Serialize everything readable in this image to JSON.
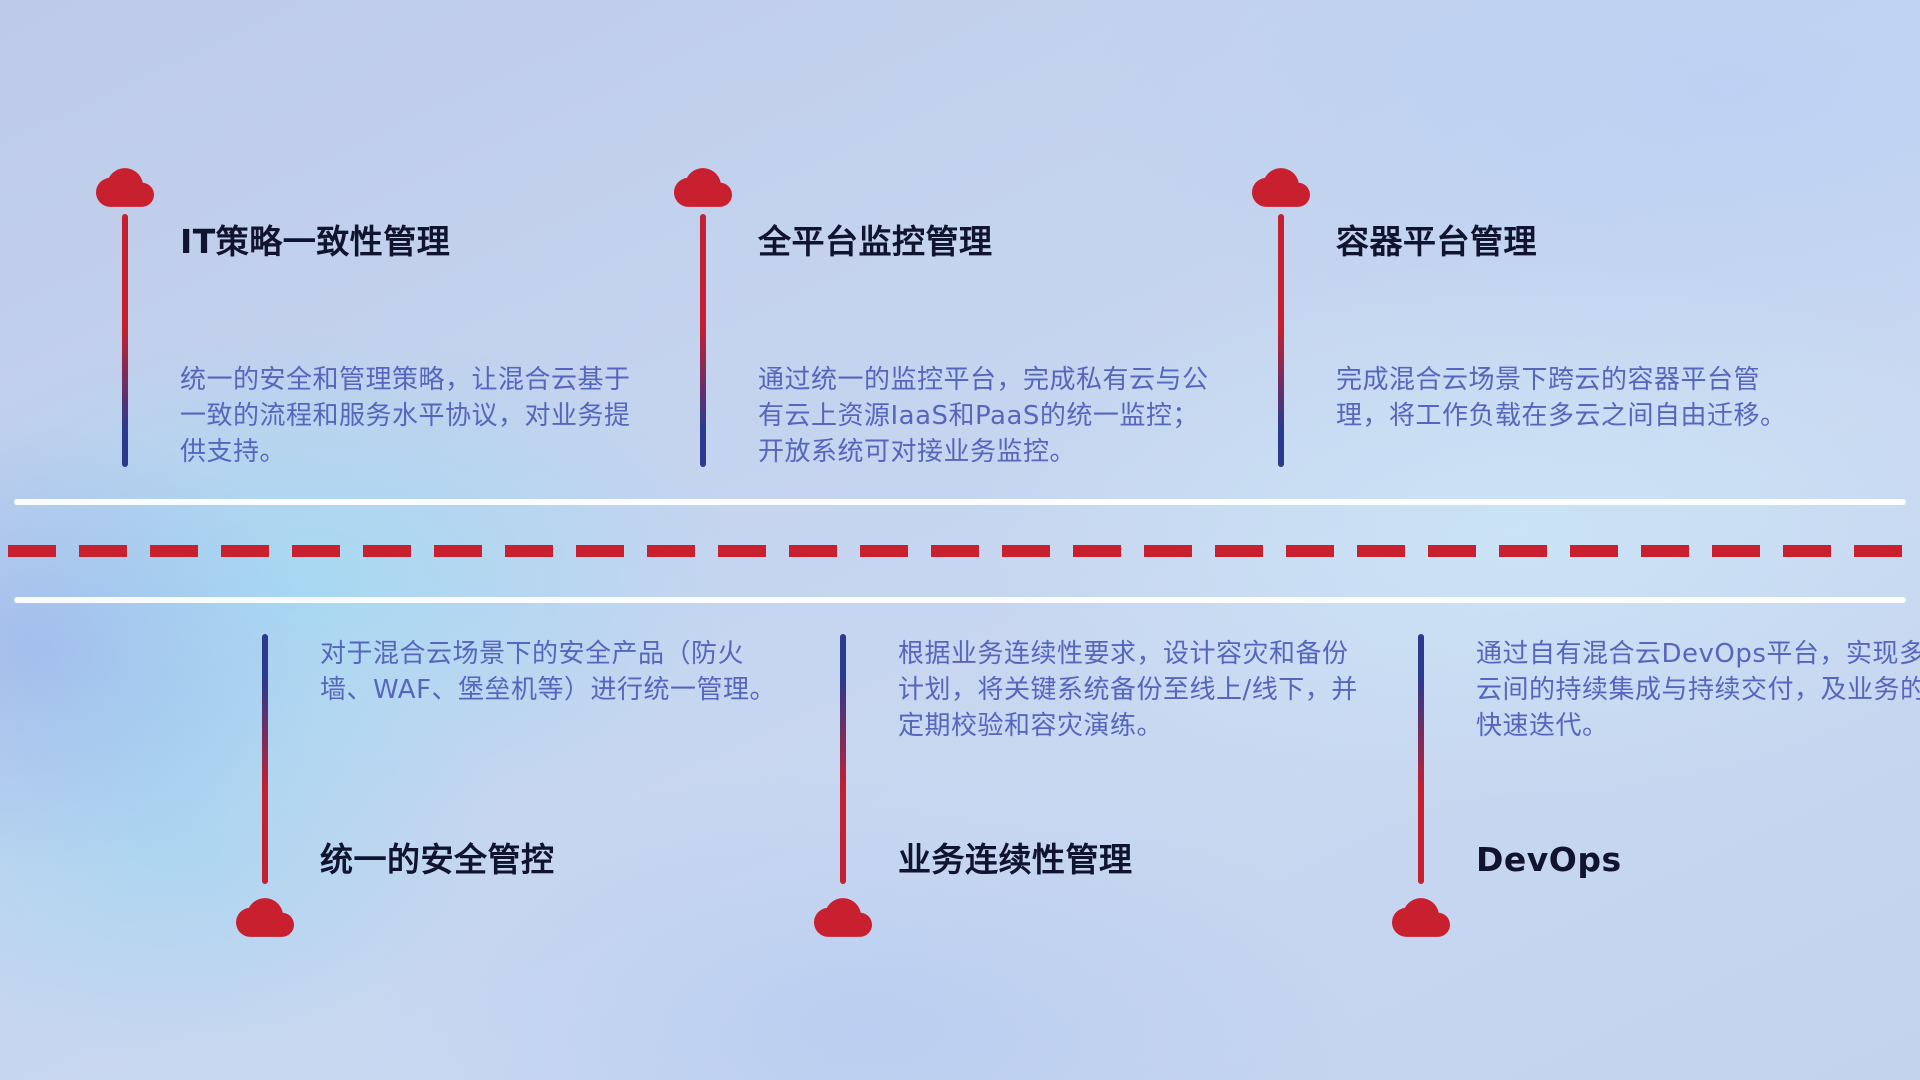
{
  "diagram": {
    "top_items": [
      {
        "title": "IT策略一致性管理",
        "description": "统一的安全和管理策略，让混合云基于一致的流程和服务水平协议，对业务提供支持。"
      },
      {
        "title": "全平台监控管理",
        "description": "通过统一的监控平台，完成私有云与公有云上资源IaaS和PaaS的统一监控；开放系统可对接业务监控。"
      },
      {
        "title": "容器平台管理",
        "description": "完成混合云场景下跨云的容器平台管理，将工作负载在多云之间自由迁移。"
      }
    ],
    "bottom_items": [
      {
        "title": "统一的安全管控",
        "description": "对于混合云场景下的安全产品（防火墙、WAF、堡垒机等）进行统一管理。"
      },
      {
        "title": "业务连续性管理",
        "description": "根据业务连续性要求，设计容灾和备份计划，将关键系统备份至线上/线下，并定期校验和容灾演练。"
      },
      {
        "title": "DevOps",
        "description": "通过自有混合云DevOps平台，实现多云间的持续集成与持续交付，及业务的快速迭代。"
      }
    ]
  },
  "icons": {
    "marker": "cloud-icon"
  },
  "colors": {
    "accent_red": "#c8202f",
    "stem_blue": "#2b3a8d",
    "title_text": "#10142f",
    "description_text": "#5766bd",
    "divider": "#ffffff"
  }
}
